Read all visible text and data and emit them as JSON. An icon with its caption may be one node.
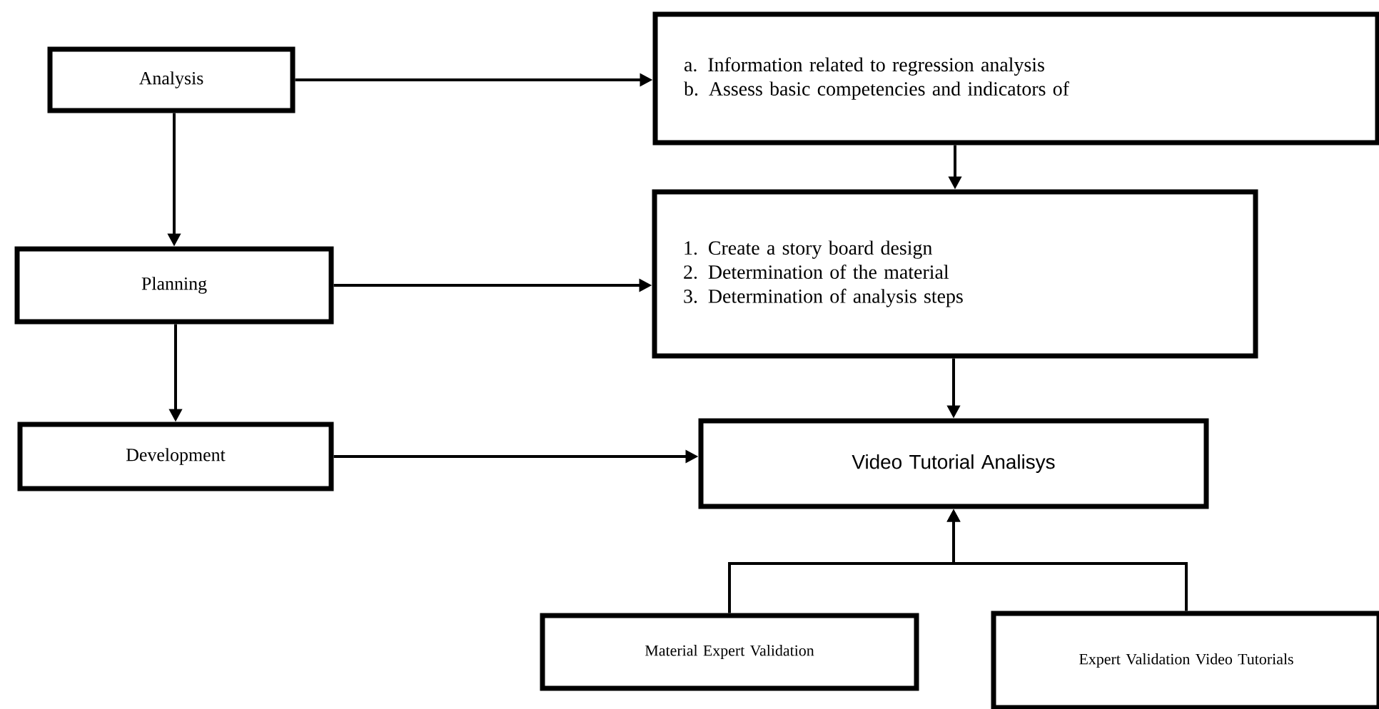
{
  "diagram": {
    "nodes": [
      {
        "text": [
          "Analysis"
        ]
      },
      {
        "text": [
          "a. Information related to regression analysis",
          "b. Assess basic competencies and indicators of"
        ]
      },
      {
        "text": [
          "Planning"
        ]
      },
      {
        "text": [
          "1. Create a story board design",
          "2. Determination of the material",
          "3. Determination of analysis steps"
        ]
      },
      {
        "text": [
          "Development"
        ]
      },
      {
        "text": [
          "Video Tutorial Analisys"
        ]
      },
      {
        "text": [
          "Material Expert Validation"
        ]
      },
      {
        "text": [
          "Expert Validation Video Tutorials"
        ]
      }
    ],
    "edges": [
      {
        "from": 0,
        "to": 1,
        "arrow": "to"
      },
      {
        "from": 0,
        "to": 2,
        "arrow": "to"
      },
      {
        "from": 1,
        "to": 3,
        "arrow": "to"
      },
      {
        "from": 2,
        "to": 3,
        "arrow": "to"
      },
      {
        "from": 2,
        "to": 4,
        "arrow": "to"
      },
      {
        "from": 3,
        "to": 5,
        "arrow": "to"
      },
      {
        "from": 4,
        "to": 5,
        "arrow": "to"
      },
      {
        "from": 6,
        "to": 5,
        "arrow": "to"
      },
      {
        "from": 7,
        "to": 5,
        "arrow": "to"
      }
    ]
  }
}
